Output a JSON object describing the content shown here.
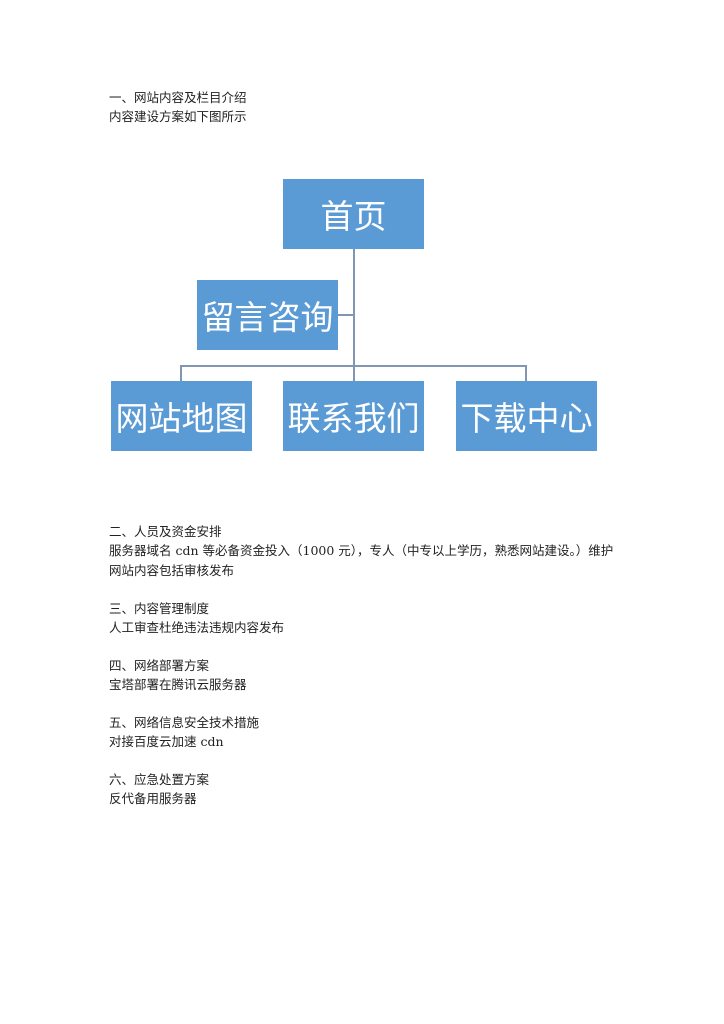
{
  "section1": {
    "heading": "一、网站内容及栏目介绍",
    "body": "内容建设方案如下图所示"
  },
  "org_chart": {
    "box_color": "#5b9bd5",
    "line_color": "#7f97b0",
    "root": "首页",
    "assistant": "留言咨询",
    "children": [
      "网站地图",
      "联系我们",
      "下载中心"
    ]
  },
  "section2": {
    "heading": "二、人员及资金安排",
    "body_line1": "服务器域名 cdn 等必备资金投入（1000 元），专人（中专以上学历，熟悉网站建设。）维护",
    "body_line2": "网站内容包括审核发布"
  },
  "section3": {
    "heading": "三、内容管理制度",
    "body": "人工审查杜绝违法违规内容发布"
  },
  "section4": {
    "heading": "四、网络部署方案",
    "body": "宝塔部署在腾讯云服务器"
  },
  "section5": {
    "heading": "五、网络信息安全技术措施",
    "body": "对接百度云加速 cdn"
  },
  "section6": {
    "heading": "六、应急处置方案",
    "body": "反代备用服务器"
  }
}
